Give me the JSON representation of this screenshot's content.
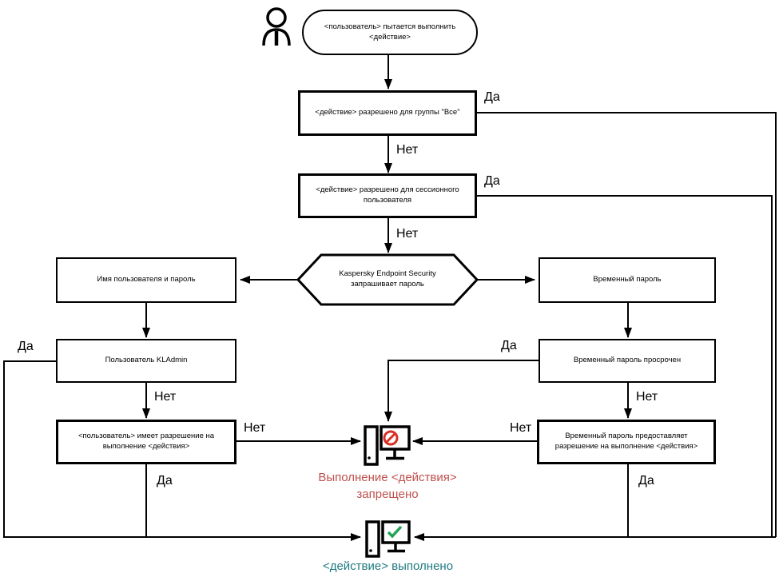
{
  "labels": {
    "yes": "Да",
    "no": "Нет"
  },
  "nodes": {
    "start": "<пользователь> пытается выполнить <действие>",
    "group_all": "<действие> разрешено для группы \"Все\"",
    "session_user": "<действие> разрешено для сессионного пользователя",
    "kes_prompt": "Kaspersky Endpoint Security запрашивает пароль",
    "username_password": "Имя пользователя и пароль",
    "temp_password": "Временный пароль",
    "kladmin": "Пользователь KLAdmin",
    "temp_expired": "Временный пароль просрочен",
    "user_permission": "<пользователь> имеет разрешение на выполнение <действия>",
    "temp_grants": "Временный пароль предоставляет разрешение на выполнение <действия>",
    "denied_caption": "Выполнение <действия> запрещено",
    "done_caption": "<действие> выполнено"
  },
  "icons": {
    "actor": "person-icon",
    "denied": "computer-blocked-icon",
    "done": "computer-check-icon"
  },
  "colors": {
    "line": "#000000",
    "denied_text": "#c0504d",
    "done_text": "#1e7a80",
    "prohibit_sign": "#d93025",
    "check_mark": "#23a455"
  }
}
